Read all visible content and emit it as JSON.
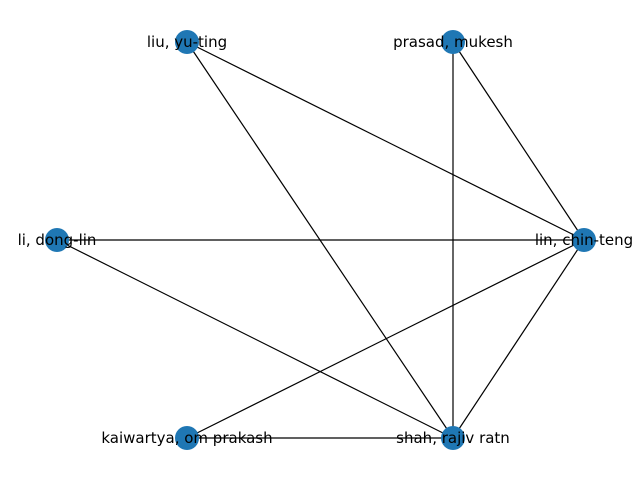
{
  "graph": {
    "node_color": "#1f77b4",
    "edge_color": "#000000",
    "nodes": [
      {
        "id": "liu",
        "label": "liu, yu-ting"
      },
      {
        "id": "prasad",
        "label": "prasad, mukesh"
      },
      {
        "id": "li",
        "label": "li, dong-lin"
      },
      {
        "id": "lin",
        "label": "lin, chin-teng"
      },
      {
        "id": "kaiwartya",
        "label": "kaiwartya, om prakash"
      },
      {
        "id": "shah",
        "label": "shah, rajiv ratn"
      }
    ],
    "edges": [
      [
        "liu",
        "lin"
      ],
      [
        "liu",
        "shah"
      ],
      [
        "prasad",
        "lin"
      ],
      [
        "prasad",
        "shah"
      ],
      [
        "li",
        "lin"
      ],
      [
        "li",
        "shah"
      ],
      [
        "kaiwartya",
        "lin"
      ],
      [
        "kaiwartya",
        "shah"
      ],
      [
        "lin",
        "shah"
      ]
    ]
  }
}
